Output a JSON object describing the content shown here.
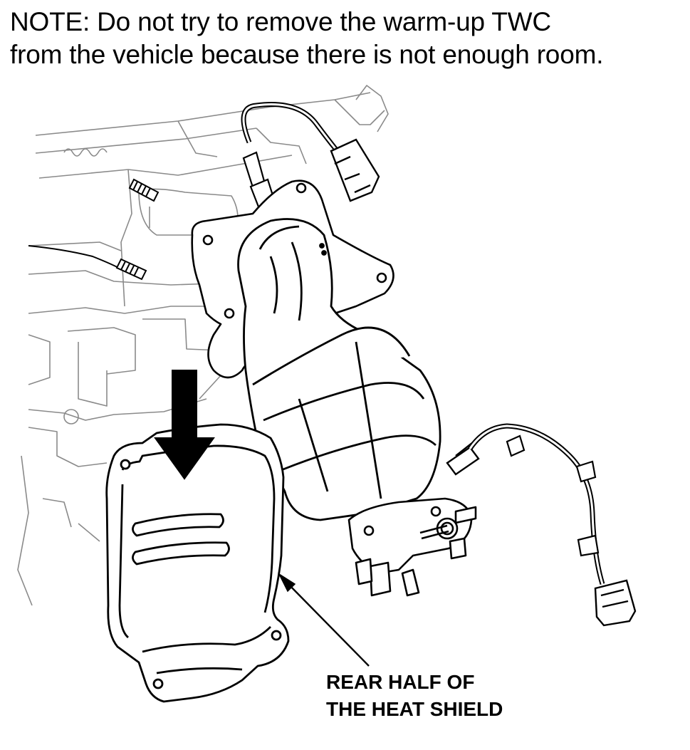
{
  "note": {
    "line1": "NOTE: Do not try to remove the warm-up TWC",
    "line2": "from the vehicle because there is not enough room."
  },
  "callout": {
    "line1": "REAR HALF OF",
    "line2": "THE HEAT SHIELD"
  },
  "colors": {
    "line": "#000000",
    "engine_line": "#8a8a8a",
    "background": "#ffffff"
  },
  "icons": {
    "arrow": "down-arrow-icon",
    "leader": "leader-line-icon"
  }
}
